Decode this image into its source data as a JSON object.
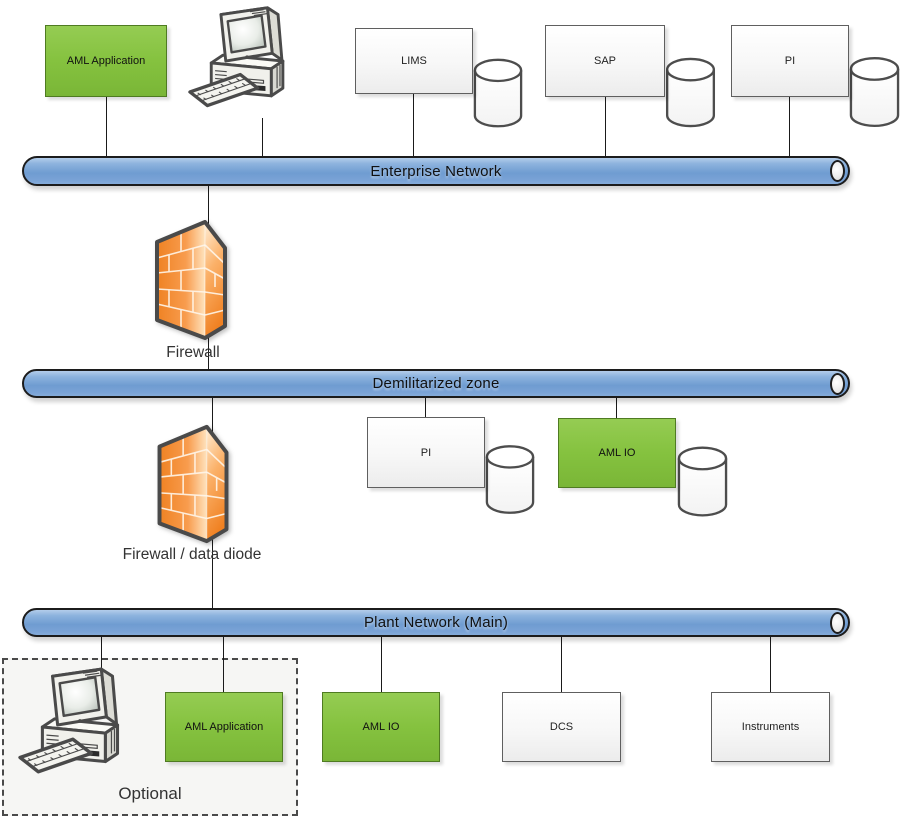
{
  "networks": [
    {
      "label": "Enterprise Network"
    },
    {
      "label": "Demilitarized zone"
    },
    {
      "label": "Plant Network (Main)"
    }
  ],
  "firewalls": [
    {
      "label": "Firewall"
    },
    {
      "label": "Firewall / data diode"
    }
  ],
  "enterprise_nodes": {
    "aml_application": "AML Application",
    "lims": "LIMS",
    "sap": "SAP",
    "pi": "PI"
  },
  "dmz_nodes": {
    "pi": "PI",
    "aml_io": "AML IO"
  },
  "plant_nodes": {
    "aml_application": "AML Application",
    "aml_io": "AML IO",
    "dcs": "DCS",
    "instruments": "Instruments"
  },
  "optional_group_label": "Optional",
  "icons": {
    "workstation": "desktop-computer-icon",
    "database": "database-cylinder-icon",
    "firewall": "brick-wall-firewall-icon",
    "pipe_endcap": "pipe-end-ellipse"
  },
  "colors": {
    "network_pipe_blue": "#7aa3d6",
    "network_pipe_border": "#1c1c1c",
    "app_green": "#85c23f",
    "app_green_border": "#4f7b22",
    "firewall_orange": "#f47b20",
    "server_box_border": "#5f5f5f",
    "background": "#ffffff"
  }
}
